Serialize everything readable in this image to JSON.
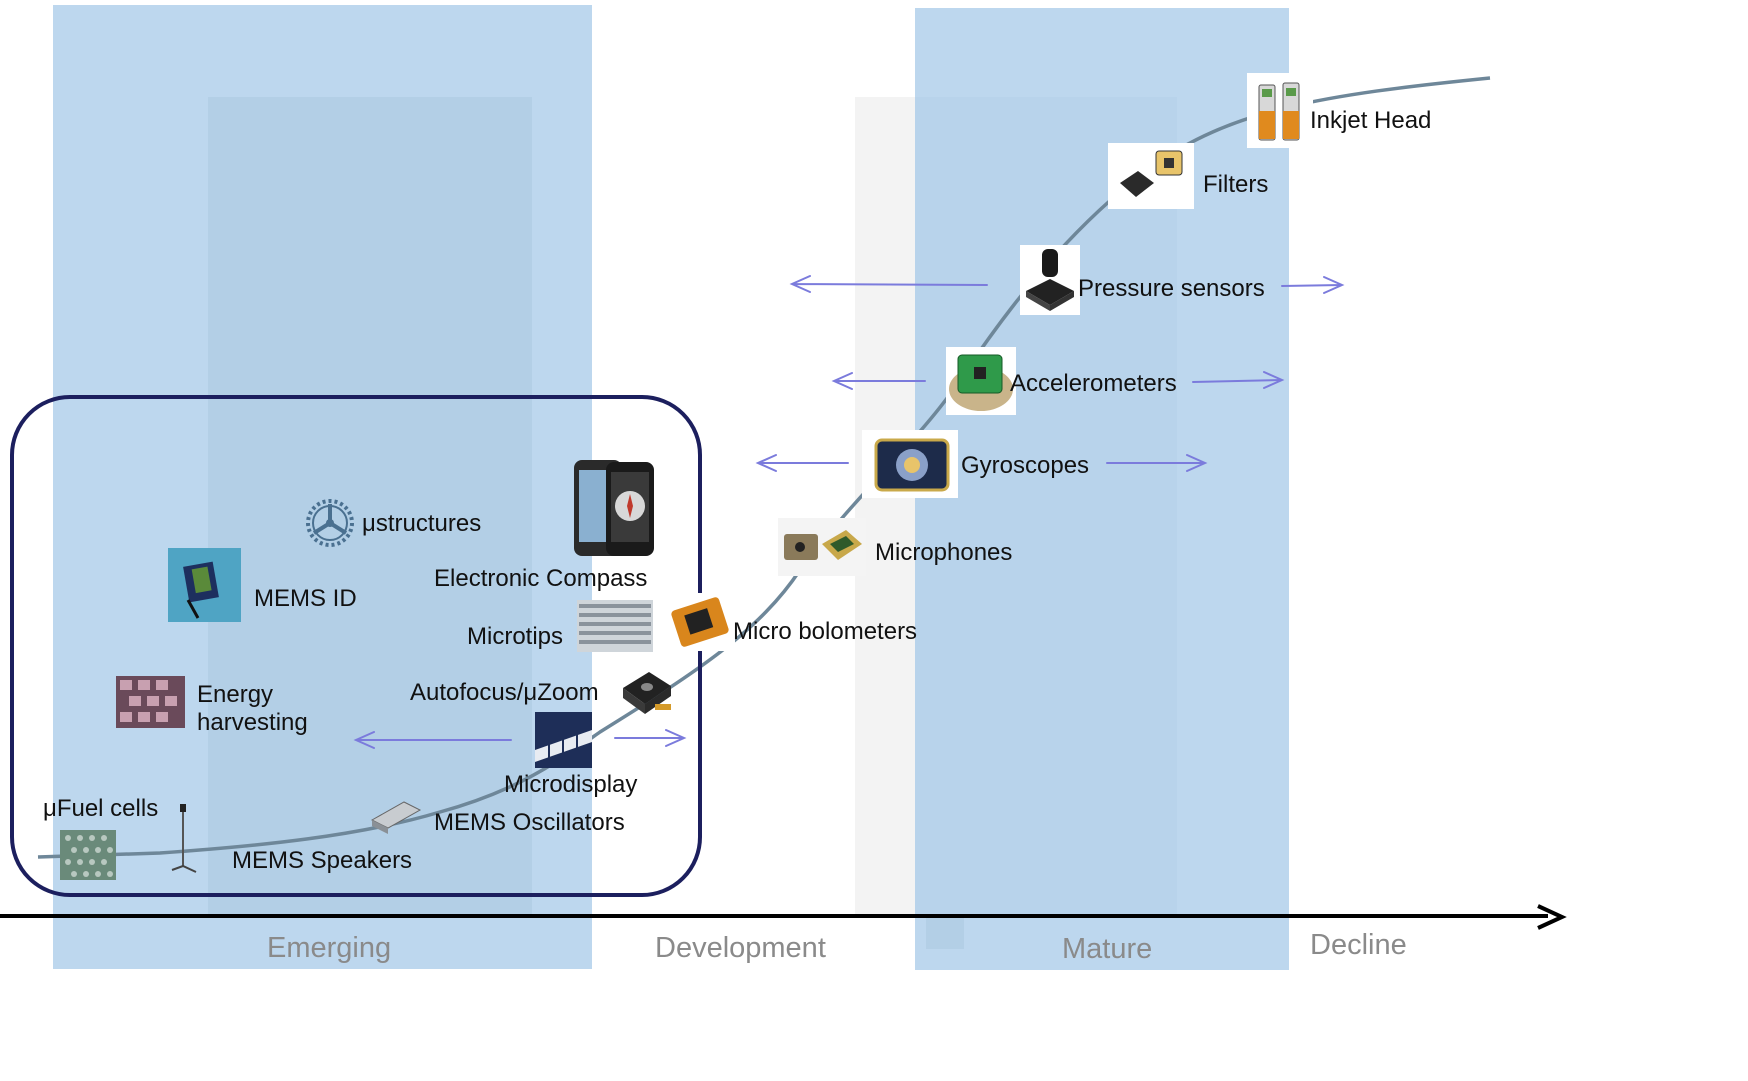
{
  "phases": [
    "Emerging",
    "Development",
    "Mature",
    "Decline"
  ],
  "products": [
    {
      "key": "inkjet",
      "label": "Inkjet Head"
    },
    {
      "key": "filters",
      "label": "Filters"
    },
    {
      "key": "pressure",
      "label": "Pressure sensors"
    },
    {
      "key": "accel",
      "label": "Accelerometers"
    },
    {
      "key": "gyro",
      "label": "Gyroscopes"
    },
    {
      "key": "micro",
      "label": "Microphones"
    },
    {
      "key": "bolo",
      "label": "Micro bolometers"
    },
    {
      "key": "compass",
      "label": "Electronic Compass"
    },
    {
      "key": "ustruct",
      "label": "μstructures"
    },
    {
      "key": "memsid",
      "label": "MEMS ID"
    },
    {
      "key": "microtips",
      "label": "Microtips"
    },
    {
      "key": "autofocus",
      "label": "Autofocus/μZoom"
    },
    {
      "key": "energy",
      "label": "Energy harvesting",
      "lines": [
        "Energy",
        "harvesting"
      ]
    },
    {
      "key": "microdisplay",
      "label": "Microdisplay"
    },
    {
      "key": "oscillators",
      "label": "MEMS Oscillators"
    },
    {
      "key": "fuel",
      "label": "μFuel cells"
    },
    {
      "key": "speakers",
      "label": "MEMS Speakers"
    }
  ],
  "colors": {
    "band": "#bdd7ee",
    "band_inner": "#b3cfe6",
    "development_inner": "#f3f3f3",
    "curve": "#6e8799",
    "arrow": "#7b7bdc",
    "box": "#1c1f5e",
    "axis": "#000000",
    "phase_text": "#8a8a8a"
  }
}
